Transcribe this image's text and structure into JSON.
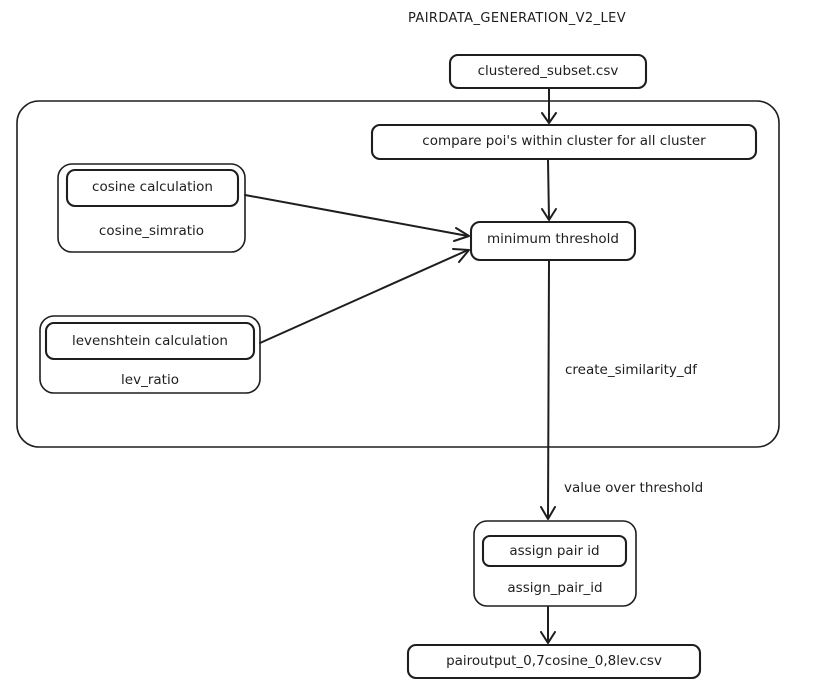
{
  "title": "PAIRDATA_GENERATION_V2_LEV",
  "nodes": {
    "input_csv": "clustered_subset.csv",
    "compare": "compare poi's within cluster for all cluster",
    "cosine_inner": "cosine calculation",
    "cosine_func": "cosine_simratio",
    "lev_inner": "levenshtein calculation",
    "lev_func": "lev_ratio",
    "threshold": "minimum threshold",
    "assign_inner": "assign pair id",
    "assign_func": "assign_pair_id",
    "output_csv": "pairoutput_0,7cosine_0,8lev.csv"
  },
  "edge_labels": {
    "create_df": "create_similarity_df",
    "over_threshold": "value over threshold"
  }
}
